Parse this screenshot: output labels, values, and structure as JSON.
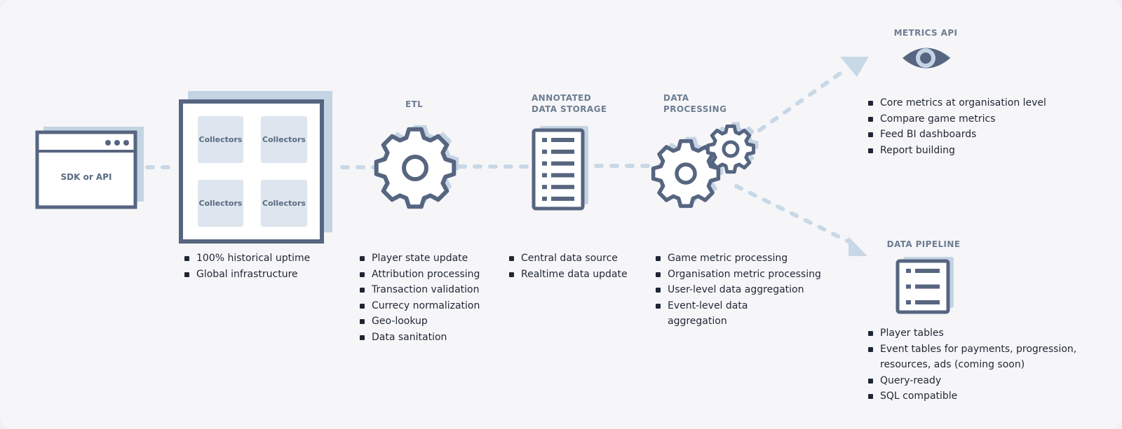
{
  "colors": {
    "background": "#f6f6f9",
    "stroke": "#566580",
    "shadow": "#c5d4e3",
    "connector": "#c9d8e7",
    "tile": "#dde5ee",
    "text": "#1f2633",
    "label": "#6d7d92"
  },
  "sdk": {
    "label": "SDK or API"
  },
  "collectors": {
    "tiles": [
      "Collectors",
      "Collectors",
      "Collectors",
      "Collectors"
    ],
    "bullets": [
      "100% historical uptime",
      "Global infrastructure"
    ]
  },
  "etl": {
    "title": "ETL",
    "bullets": [
      "Player state update",
      "Attribution processing",
      "Transaction validation",
      "Currecy normalization",
      "Geo-lookup",
      "Data sanitation"
    ]
  },
  "storage": {
    "title": "ANNOTATED\nDATA STORAGE",
    "bullets": [
      "Central data source",
      "Realtime data update"
    ]
  },
  "processing": {
    "title": "DATA\nPROCESSING",
    "bullets": [
      "Game metric processing",
      "Organisation metric processing",
      "User-level data aggregation",
      "Event-level data aggregation"
    ]
  },
  "metrics_api": {
    "title": "METRICS API",
    "bullets": [
      "Core metrics at organisation level",
      "Compare game metrics",
      "Feed BI dashboards",
      "Report building"
    ]
  },
  "pipeline": {
    "title": "DATA PIPELINE",
    "bullets": [
      "Player tables",
      "Event tables for payments, progression, resources, ads (coming soon)",
      "Query-ready",
      "SQL compatible"
    ]
  }
}
